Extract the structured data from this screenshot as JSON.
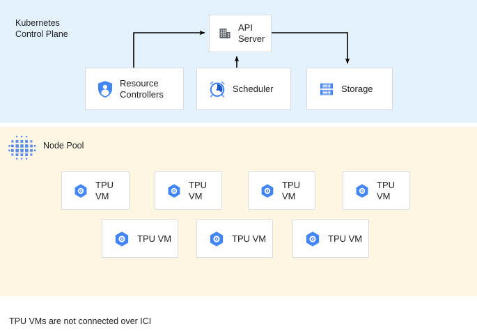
{
  "control_plane": {
    "title": "Kubernetes\nControl Plane",
    "background_color": "#e3f2fd",
    "nodes": [
      {
        "id": "api-server",
        "label": "API\nServer",
        "icon": "building-icon"
      },
      {
        "id": "resource-controllers",
        "label": "Resource\nControllers",
        "icon": "shield-user-icon"
      },
      {
        "id": "scheduler",
        "label": "Scheduler",
        "icon": "alarm-clock-icon"
      },
      {
        "id": "storage",
        "label": "Storage",
        "icon": "server-rack-icon"
      }
    ],
    "connections": [
      {
        "from": "resource-controllers",
        "to": "api-server",
        "style": "elbow-up-right"
      },
      {
        "from": "scheduler",
        "to": "api-server",
        "style": "straight-up"
      },
      {
        "from": "api-server",
        "to": "storage",
        "style": "elbow-right-down"
      }
    ]
  },
  "node_pool": {
    "title": "Node Pool",
    "icon": "dot-cluster-icon",
    "background_color": "#fdf6e3",
    "vm_label": "TPU VM",
    "vm_icon": "hexagon-gear-icon",
    "rows": [
      {
        "count": 4,
        "labels": [
          "TPU VM",
          "TPU VM",
          "TPU VM",
          "TPU VM"
        ]
      },
      {
        "count": 3,
        "labels": [
          "TPU VM",
          "TPU VM",
          "TPU VM"
        ]
      }
    ]
  },
  "caption": "TPU VMs are not connected over ICI",
  "colors": {
    "control_plane_bg": "#e3f2fd",
    "node_pool_bg": "#fdf6e3",
    "box_border": "#dadce0",
    "box_bg": "#ffffff",
    "accent_blue": "#4285f4",
    "icon_gray": "#5f6368",
    "text": "#202124",
    "arrow": "#000000"
  }
}
